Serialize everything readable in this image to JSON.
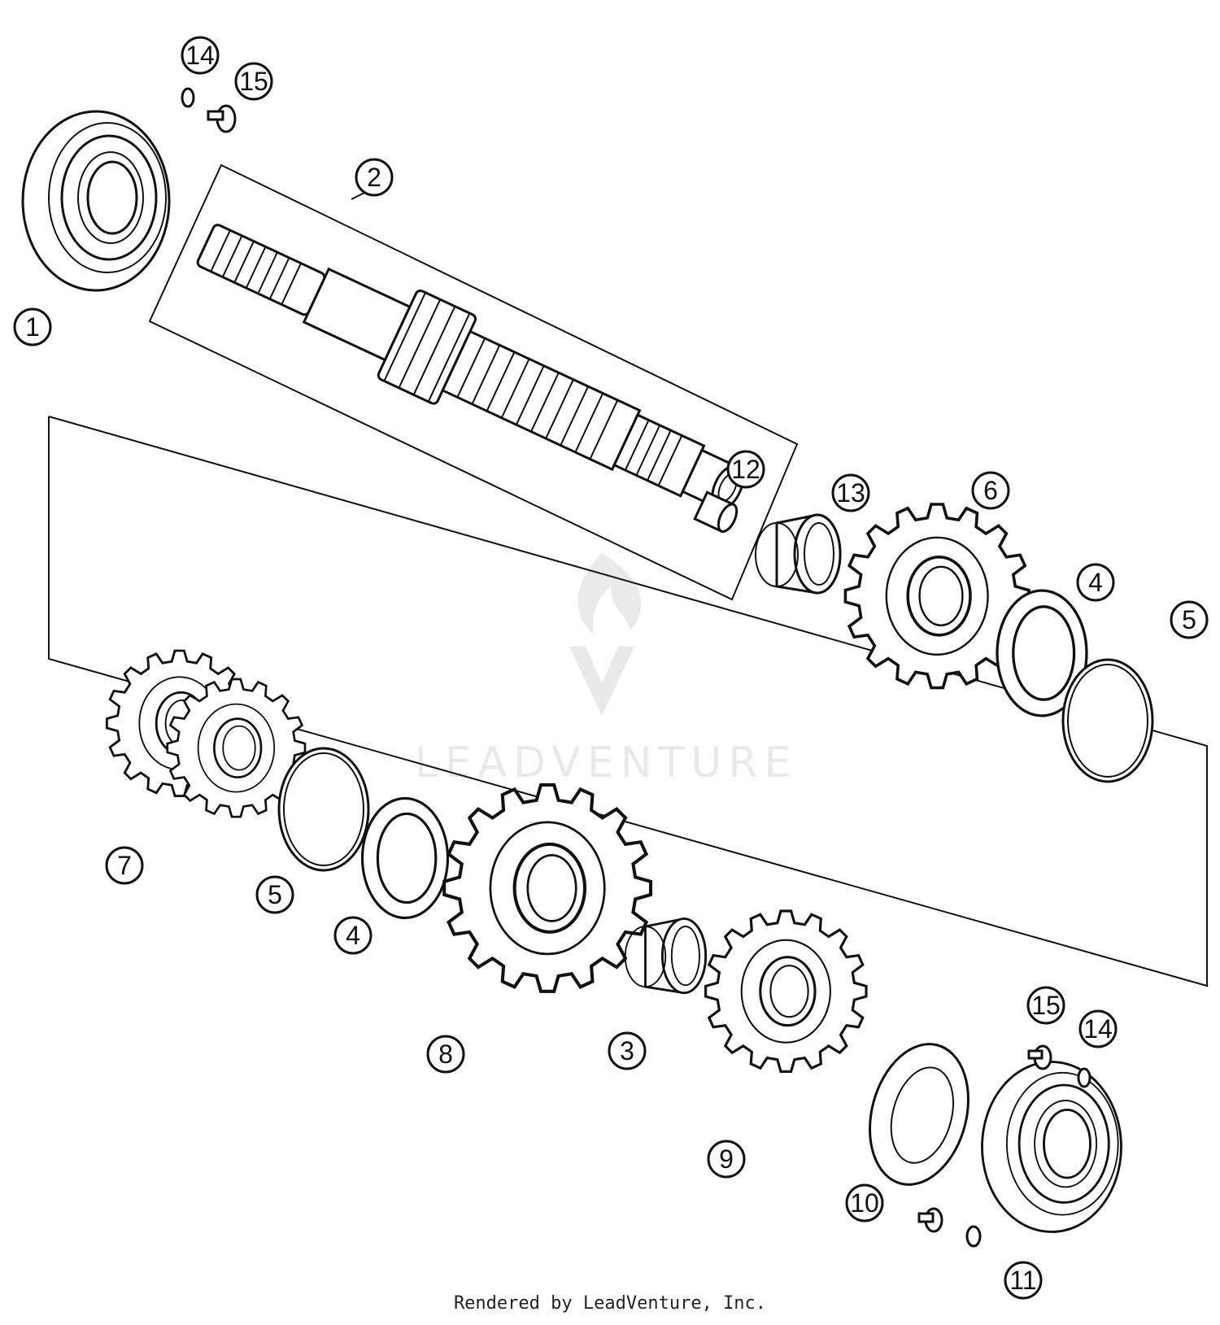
{
  "callouts": [
    {
      "id": "1",
      "label": "1"
    },
    {
      "id": "2",
      "label": "2"
    },
    {
      "id": "3",
      "label": "3"
    },
    {
      "id": "4a",
      "label": "4"
    },
    {
      "id": "4b",
      "label": "4"
    },
    {
      "id": "5a",
      "label": "5"
    },
    {
      "id": "5b",
      "label": "5"
    },
    {
      "id": "6",
      "label": "6"
    },
    {
      "id": "7",
      "label": "7"
    },
    {
      "id": "8",
      "label": "8"
    },
    {
      "id": "9",
      "label": "9"
    },
    {
      "id": "10",
      "label": "10"
    },
    {
      "id": "11",
      "label": "11"
    },
    {
      "id": "12",
      "label": "12"
    },
    {
      "id": "13",
      "label": "13"
    },
    {
      "id": "14a",
      "label": "14"
    },
    {
      "id": "14b",
      "label": "14"
    },
    {
      "id": "15a",
      "label": "15"
    },
    {
      "id": "15b",
      "label": "15"
    }
  ],
  "watermark": {
    "brand": "LEADVENTURE"
  },
  "credit": "Rendered by LeadVenture, Inc."
}
